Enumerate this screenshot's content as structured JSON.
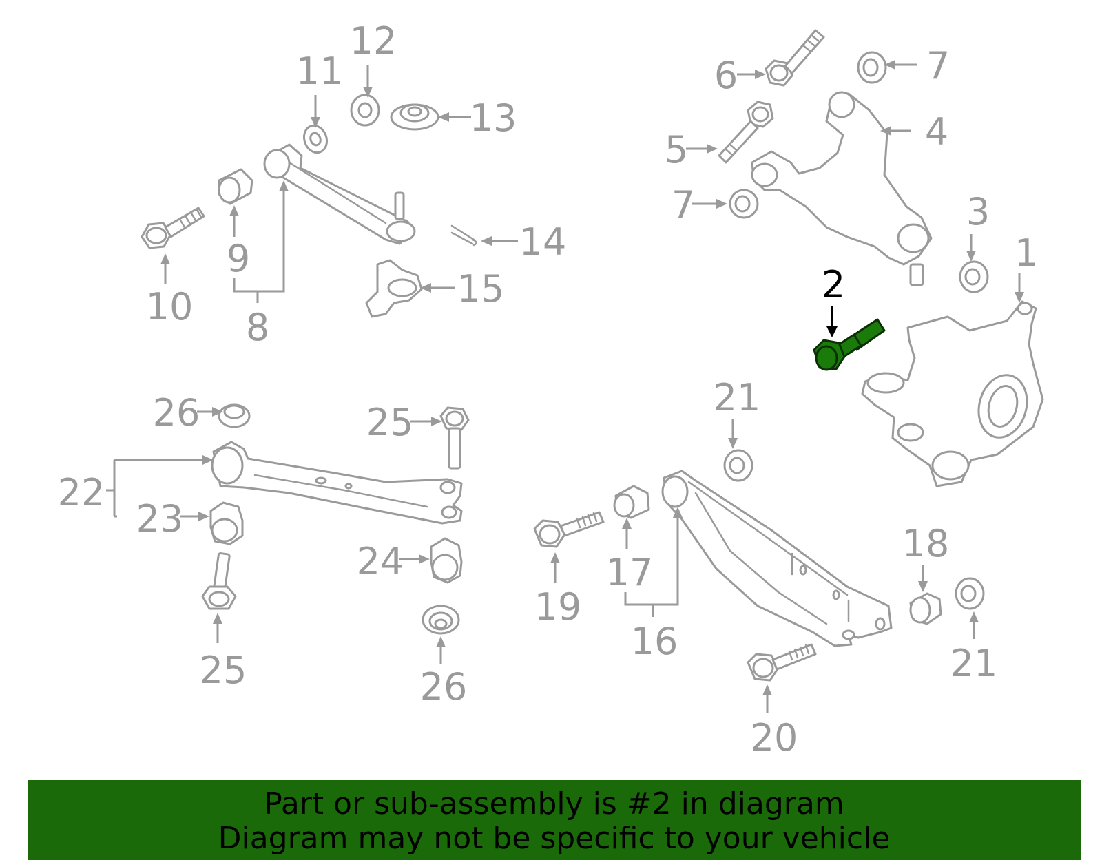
{
  "callouts": {
    "c1": "1",
    "c2": "2",
    "c3": "3",
    "c4": "4",
    "c5": "5",
    "c6": "6",
    "c7a": "7",
    "c7b": "7",
    "c8": "8",
    "c9": "9",
    "c10": "10",
    "c11": "11",
    "c12": "12",
    "c13": "13",
    "c14": "14",
    "c15": "15",
    "c16": "16",
    "c17": "17",
    "c18": "18",
    "c19": "19",
    "c20": "20",
    "c21a": "21",
    "c21b": "21",
    "c22": "22",
    "c23": "23",
    "c24": "24",
    "c25a": "25",
    "c25b": "25",
    "c26a": "26",
    "c26b": "26"
  },
  "highlight": {
    "part_number": "2",
    "color": "#1a7a0a"
  },
  "banner": {
    "line1": "Part or sub-assembly is #2 in diagram",
    "line2": "Diagram may not be specific to your vehicle",
    "color": "#1a6a0a"
  }
}
